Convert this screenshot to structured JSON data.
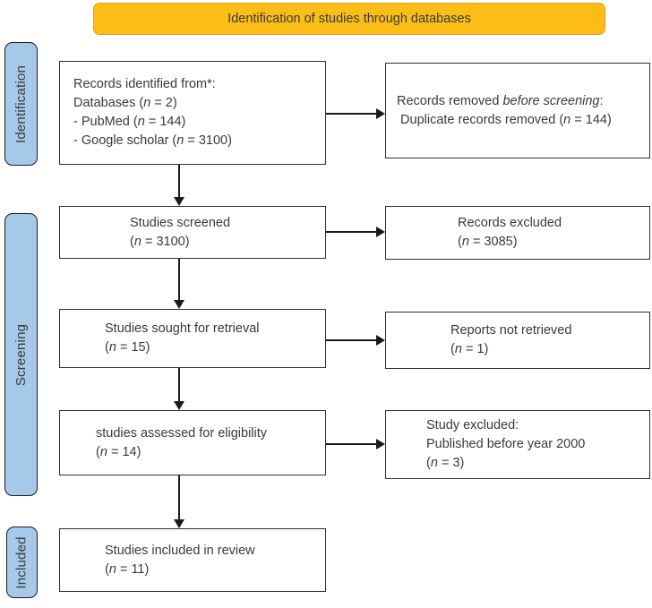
{
  "banner": {
    "label": "Identification of studies through databases"
  },
  "stages": {
    "identification": "Identification",
    "screening": "Screening",
    "included": "Included"
  },
  "boxes": {
    "records_identified": {
      "lines": [
        [
          [
            "Records identified from*:",
            false
          ]
        ],
        [
          [
            "Databases (",
            false
          ],
          [
            "n",
            true
          ],
          [
            " = 2)",
            false
          ]
        ],
        [
          [
            "- PubMed (",
            false
          ],
          [
            "n",
            true
          ],
          [
            " = 144)",
            false
          ]
        ],
        [
          [
            "- Google scholar (",
            false
          ],
          [
            "n",
            true
          ],
          [
            " = 3100)",
            false
          ]
        ]
      ]
    },
    "records_removed": {
      "lines": [
        [
          [
            "Records removed ",
            false
          ],
          [
            "before screening",
            true
          ],
          [
            ":",
            false
          ]
        ],
        [
          [
            " Duplicate records removed (",
            false
          ],
          [
            "n",
            true
          ],
          [
            " = 144)",
            false
          ]
        ]
      ]
    },
    "studies_screened": {
      "lines": [
        [
          [
            "Studies screened",
            false
          ]
        ],
        [
          [
            "(",
            false
          ],
          [
            "n",
            true
          ],
          [
            " = 3100)",
            false
          ]
        ]
      ]
    },
    "records_excluded": {
      "lines": [
        [
          [
            "Records excluded",
            false
          ]
        ],
        [
          [
            "(",
            false
          ],
          [
            "n",
            true
          ],
          [
            " = 3085)",
            false
          ]
        ]
      ]
    },
    "studies_sought": {
      "lines": [
        [
          [
            "Studies sought for retrieval",
            false
          ]
        ],
        [
          [
            "(",
            false
          ],
          [
            "n",
            true
          ],
          [
            " = 15)",
            false
          ]
        ]
      ]
    },
    "reports_not_retrieved": {
      "lines": [
        [
          [
            "Reports not retrieved",
            false
          ]
        ],
        [
          [
            "(",
            false
          ],
          [
            "n",
            true
          ],
          [
            " = 1)",
            false
          ]
        ]
      ]
    },
    "studies_assessed": {
      "lines": [
        [
          [
            "studies assessed for eligibility",
            false
          ]
        ],
        [
          [
            "(",
            false
          ],
          [
            "n",
            true
          ],
          [
            " = 14)",
            false
          ]
        ]
      ]
    },
    "study_excluded": {
      "lines": [
        [
          [
            "Study excluded:",
            false
          ]
        ],
        [
          [
            "Published before year 2000",
            false
          ]
        ],
        [
          [
            "(",
            false
          ],
          [
            "n",
            true
          ],
          [
            " = 3)",
            false
          ]
        ]
      ]
    },
    "studies_included": {
      "lines": [
        [
          [
            "Studies included in review",
            false
          ]
        ],
        [
          [
            "(",
            false
          ],
          [
            "n",
            true
          ],
          [
            " = 11)",
            false
          ]
        ]
      ]
    }
  },
  "colors": {
    "banner_fill": "#FCBD17",
    "banner_border": "#DD9F2B",
    "stage_fill": "#A6C9E9",
    "stage_border": "#1a1a1a",
    "box_border": "#2e2e2e",
    "text": "#3a3a3a",
    "arrow": "#1a1a1a"
  }
}
